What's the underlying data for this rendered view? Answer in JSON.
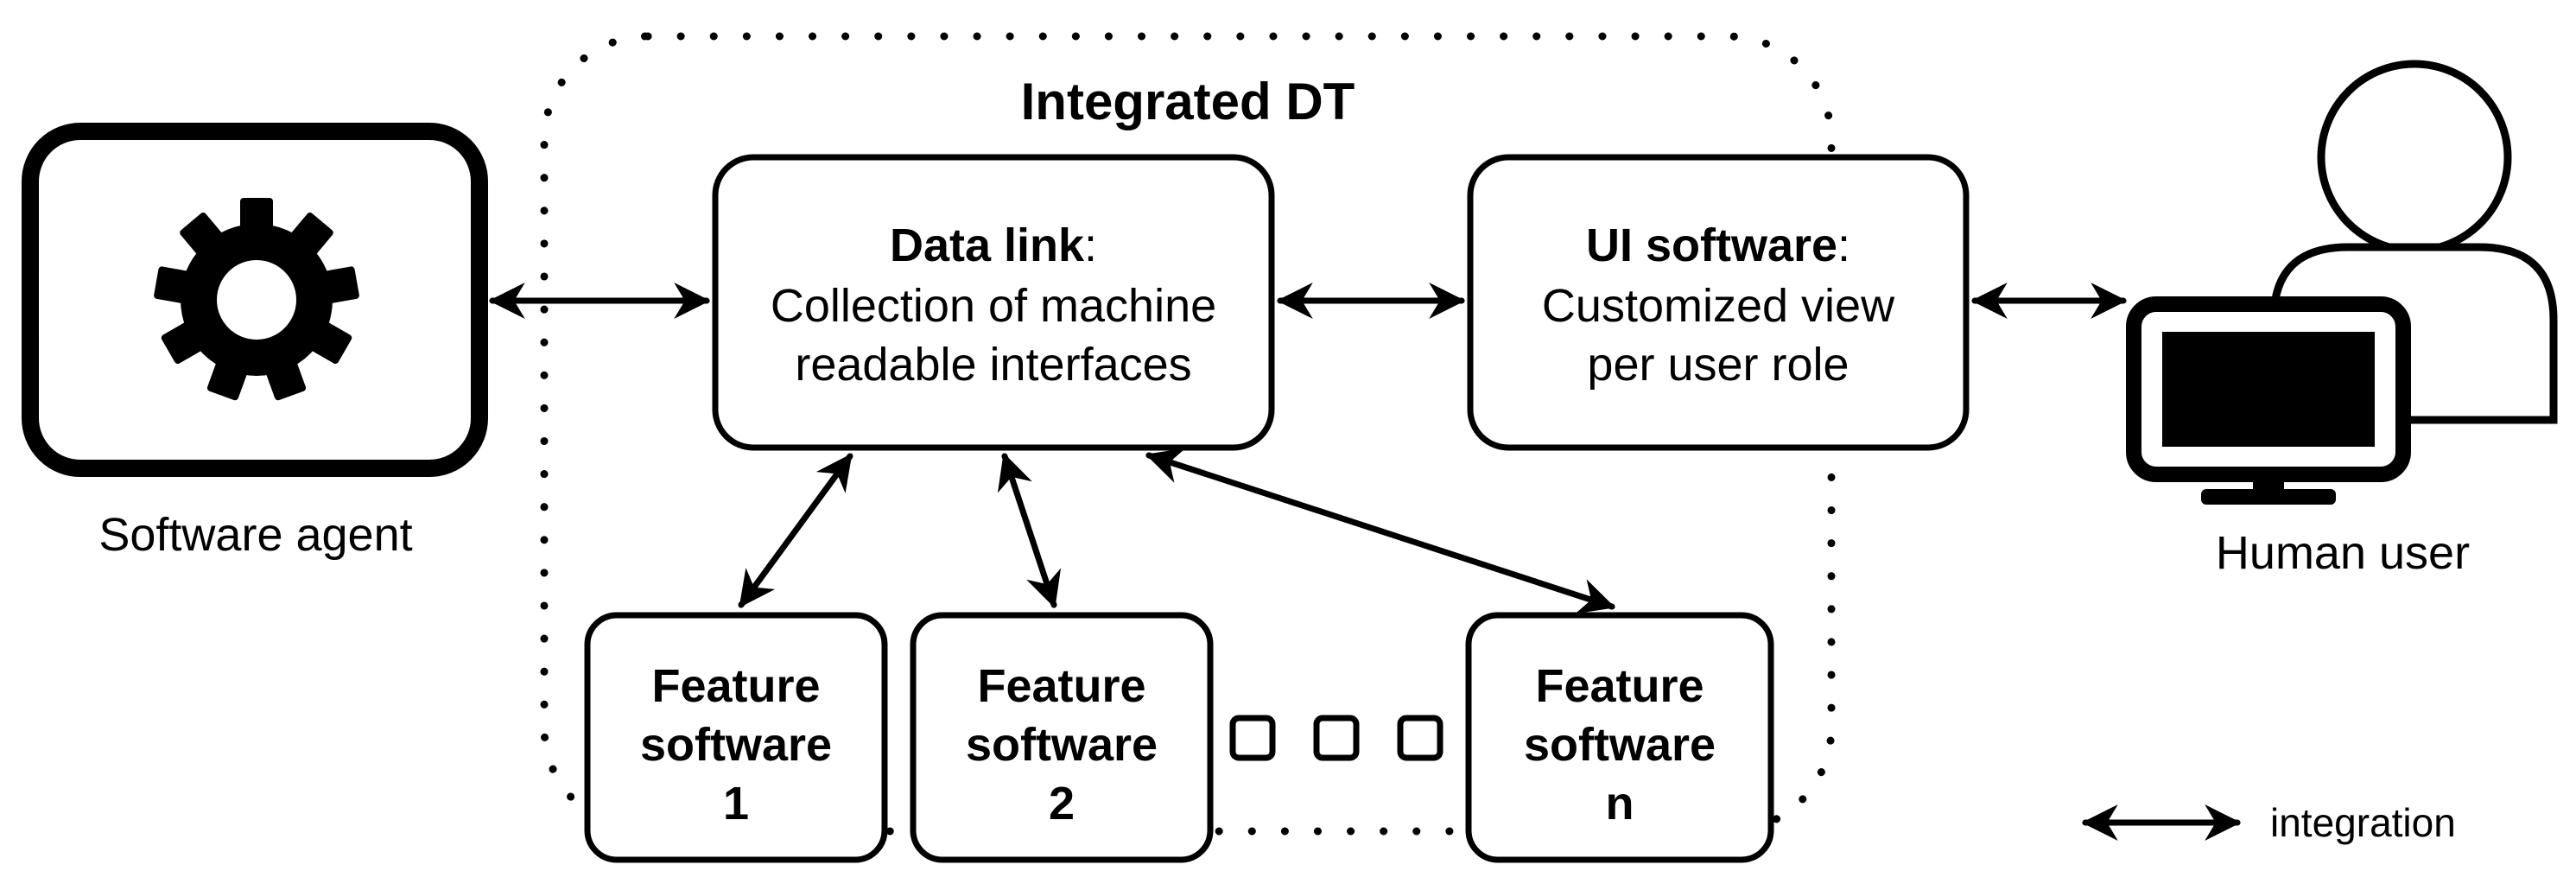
{
  "diagram": {
    "group_title": "Integrated DT",
    "software_agent": {
      "label": "Software agent",
      "icon": "gear-icon"
    },
    "human_user": {
      "label": "Human user",
      "icon": "user-computer-icon"
    },
    "data_link": {
      "title": "Data link",
      "separator": ":",
      "line1": "Collection of machine",
      "line2": "readable interfaces"
    },
    "ui_software": {
      "title": "UI software",
      "separator": ":",
      "line1": "Customized view",
      "line2": "per user role"
    },
    "features": [
      {
        "line1": "Feature",
        "line2": "software",
        "line3": "1"
      },
      {
        "line1": "Feature",
        "line2": "software",
        "line3": "2"
      },
      {
        "line1": "Feature",
        "line2": "software",
        "line3": "n"
      }
    ],
    "legend": {
      "label": "integration"
    }
  }
}
